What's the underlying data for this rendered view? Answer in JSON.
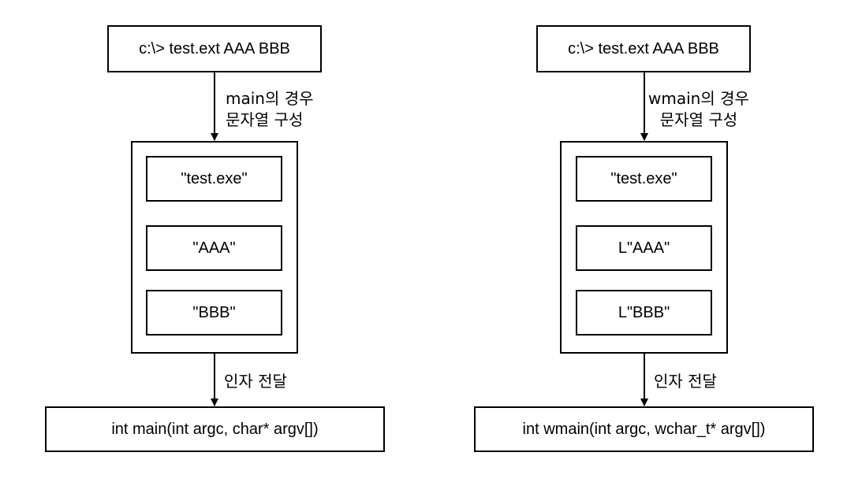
{
  "diagrams": [
    {
      "command": "c:\\> test.ext AAA BBB",
      "arrow1_label": [
        "main의 경우",
        "문자열 구성"
      ],
      "strings": [
        "\"test.exe\"",
        "\"AAA\"",
        "\"BBB\""
      ],
      "arrow2_label": "인자 전달",
      "function": "int main(int argc, char* argv[])"
    },
    {
      "command": "c:\\> test.ext AAA BBB",
      "arrow1_label": [
        "wmain의 경우",
        "문자열 구성"
      ],
      "strings": [
        "\"test.exe\"",
        "L\"AAA\"",
        "L\"BBB\""
      ],
      "arrow2_label": "인자 전달",
      "function": "int wmain(int argc, wchar_t* argv[])"
    }
  ]
}
